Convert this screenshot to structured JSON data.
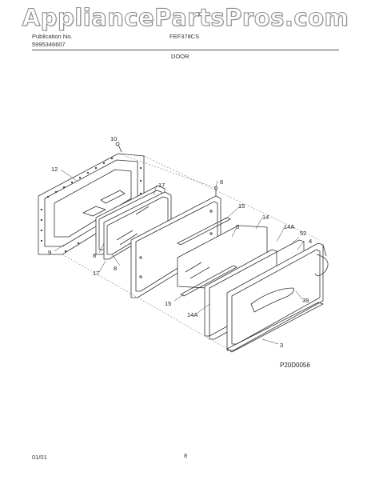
{
  "watermark": "AppliancePartsPros.com",
  "header": {
    "publication_label": "Publication No.",
    "publication_number": "5995346607",
    "model": "FEF378CS",
    "section": "DOOR"
  },
  "diagram": {
    "reference_code": "P20D0056",
    "part_labels": {
      "p10": "10",
      "p12": "12",
      "p9": "9",
      "p17a": "17",
      "p8a": "8",
      "p17b": "17",
      "p8b": "8",
      "p6": "6",
      "p15a": "15",
      "p14": "14",
      "p5": "5",
      "p14a_top": "14A",
      "p52": "52",
      "p4": "4",
      "p39": "39",
      "p15b": "15",
      "p14a_bot": "14A",
      "p3": "3"
    }
  },
  "footer": {
    "date": "01/01",
    "page": "8"
  }
}
